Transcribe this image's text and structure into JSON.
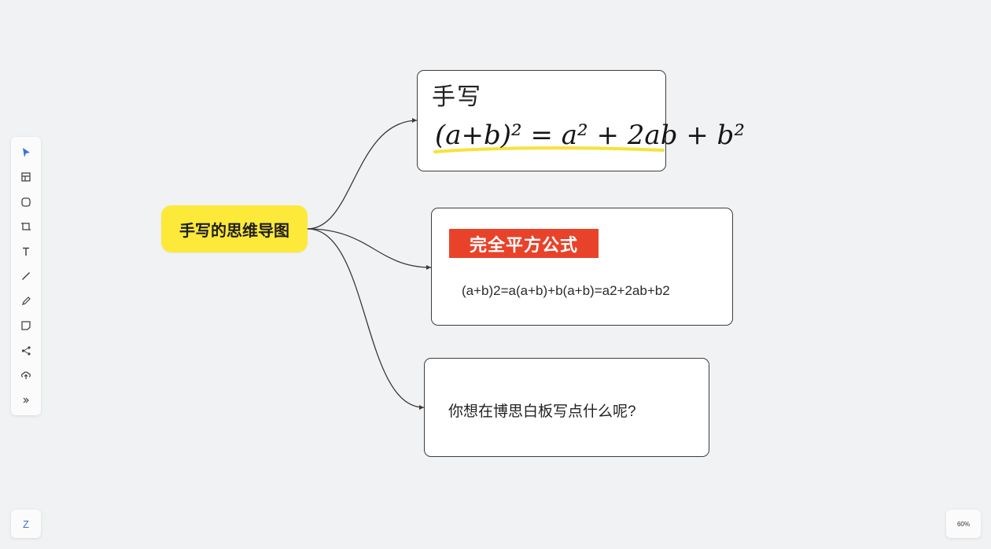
{
  "toolbar": {
    "tools": [
      {
        "name": "select-tool",
        "icon": "cursor-arrow-icon"
      },
      {
        "name": "frame-tool",
        "icon": "frame-icon"
      },
      {
        "name": "shape-tool",
        "icon": "rounded-square-icon"
      },
      {
        "name": "crop-tool",
        "icon": "crop-icon"
      },
      {
        "name": "text-tool",
        "icon": "text-icon"
      },
      {
        "name": "line-tool",
        "icon": "line-icon"
      },
      {
        "name": "pen-tool",
        "icon": "pen-icon"
      },
      {
        "name": "sticky-note-tool",
        "icon": "sticky-note-icon"
      },
      {
        "name": "mindmap-tool",
        "icon": "mindmap-icon"
      },
      {
        "name": "upload-tool",
        "icon": "upload-icon"
      },
      {
        "name": "more-tool",
        "icon": "more-icon"
      }
    ],
    "active_color": "#3b6fd8"
  },
  "corner": {
    "logo_label": "Z",
    "zoom_label": "60%"
  },
  "mindmap": {
    "root": {
      "label": "手写的思维导图",
      "color": "#fde93a"
    },
    "node1": {
      "label": "手写",
      "formula": "(a+b)² = a² + 2ab + b²"
    },
    "node2": {
      "tag": "完全平方公式",
      "tag_color": "#e8432a",
      "formula": "(a+b)2=a(a+b)+b(a+b)=a2+2ab+b2"
    },
    "node3": {
      "label": "你想在博思白板写点什么呢?"
    }
  }
}
